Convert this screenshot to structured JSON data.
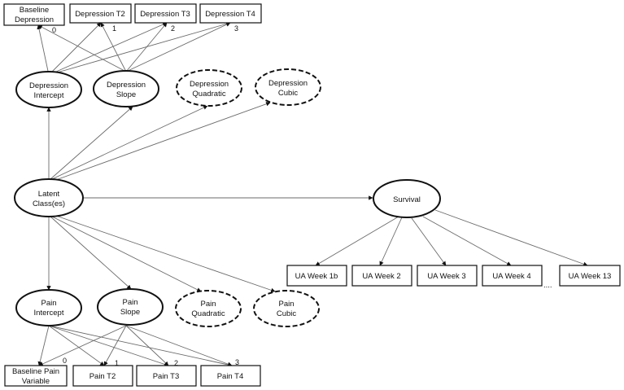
{
  "depression_indicators": [
    {
      "label": "Baseline Depression",
      "loading": "0"
    },
    {
      "label": "Depression T2",
      "loading": "1"
    },
    {
      "label": "Depression T3",
      "loading": "2"
    },
    {
      "label": "Depression T4",
      "loading": "3"
    }
  ],
  "depression_growth": {
    "intercept": "Depression Intercept",
    "slope": "Depression Slope",
    "quadratic": "Depression Quadratic",
    "cubic": "Depression Cubic"
  },
  "latent_class": "Latent Class(es)",
  "survival": "Survival",
  "ua_weeks": [
    "UA Week 1b",
    "UA Week 2",
    "UA Week 3",
    "UA Week 4",
    "UA Week 13"
  ],
  "ua_ellipsis": "....",
  "pain_growth": {
    "intercept": "Pain Intercept",
    "slope": "Pain Slope",
    "quadratic": "Pain Quadratic",
    "cubic": "Pain Cubic"
  },
  "pain_indicators": [
    {
      "label": "Baseline Pain Variable",
      "loading": "0"
    },
    {
      "label": "Pain T2",
      "loading": "1"
    },
    {
      "label": "Pain T3",
      "loading": "2"
    },
    {
      "label": "Pain T4",
      "loading": "3"
    }
  ]
}
